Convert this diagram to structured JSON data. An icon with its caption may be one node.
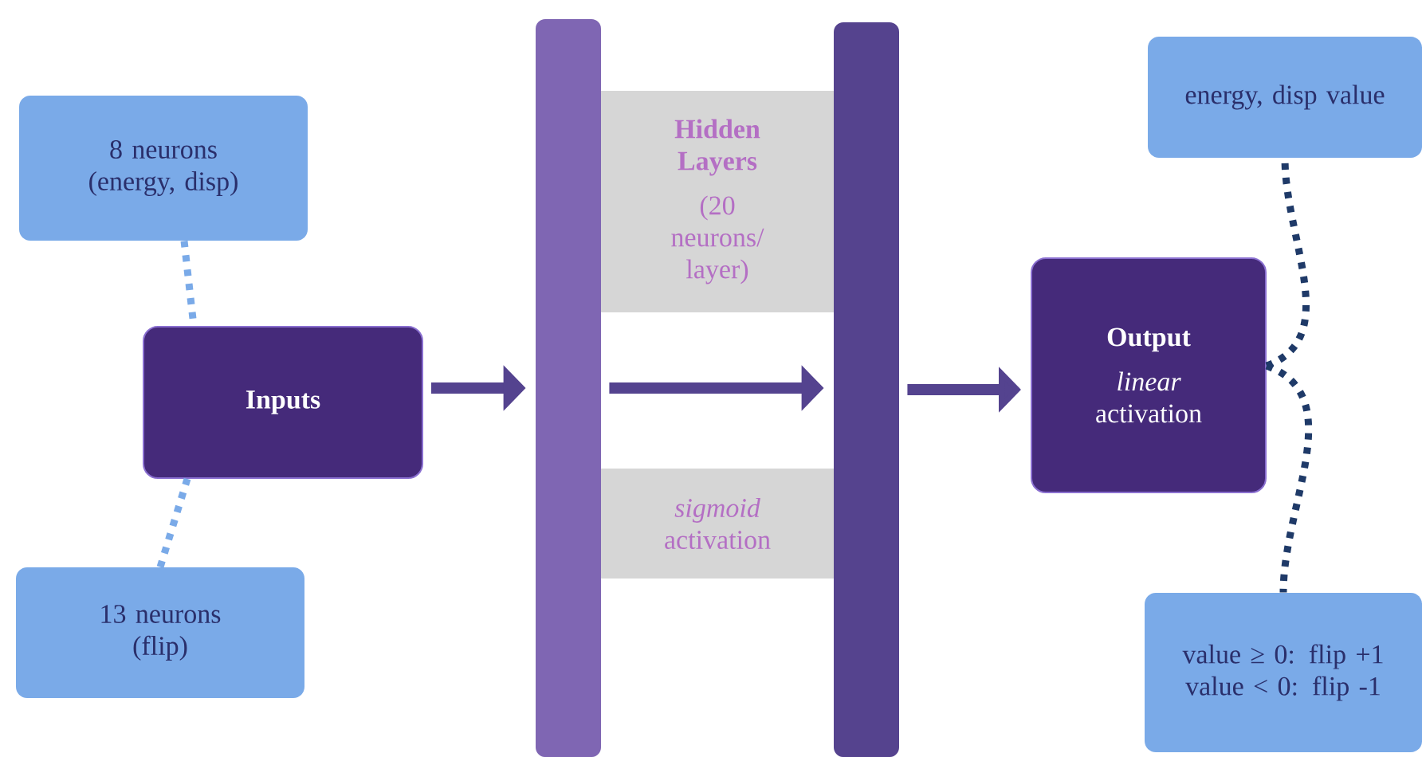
{
  "diagram": {
    "nodes": [
      {
        "text": [
          "8 neurons (energy, disp)"
        ]
      },
      {
        "text": [
          "Inputs"
        ]
      },
      {
        "text": [
          "13 neurons (flip)"
        ]
      },
      {
        "text": [],
        "shape": "bar"
      },
      {
        "text": [
          "Hidden Layers",
          "(20 neurons/ layer)"
        ]
      },
      {
        "text": [
          "*sigmoid* activation"
        ]
      },
      {
        "text": [],
        "shape": "bar"
      },
      {
        "text": [
          "Output",
          "*linear* activation"
        ]
      },
      {
        "text": [
          "energy, disp value"
        ]
      },
      {
        "text": [
          "value ≥ 0: flip +1 value < 0: flip -1"
        ]
      }
    ],
    "edges": [
      {
        "from": 0,
        "to": 1,
        "arrow": "none",
        "style": "dashed",
        "color": "#7aaae8"
      },
      {
        "from": 2,
        "to": 1,
        "arrow": "none",
        "style": "dashed",
        "color": "#7aaae8"
      },
      {
        "from": 1,
        "to": 3,
        "arrow": "to"
      },
      {
        "from": 3,
        "to": 6,
        "arrow": "to"
      },
      {
        "from": 6,
        "to": 7,
        "arrow": "to"
      },
      {
        "from": 7,
        "to": 8,
        "arrow": "none",
        "style": "dashed",
        "color": "#1f3a68"
      },
      {
        "from": 7,
        "to": 9,
        "arrow": "none",
        "style": "dashed",
        "color": "#1f3a68"
      }
    ]
  }
}
